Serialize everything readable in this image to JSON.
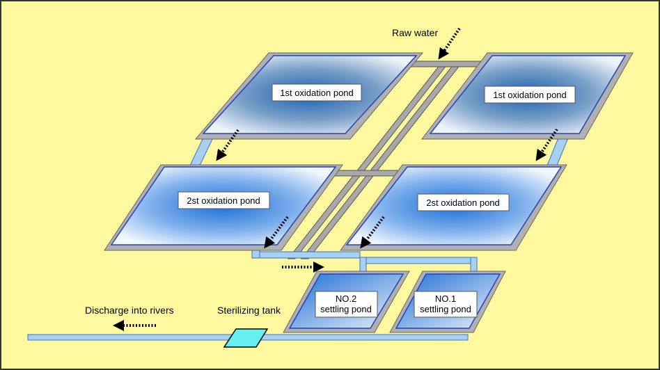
{
  "title": "",
  "colors": {
    "background": "#fef99e",
    "pipe_fill": "#a8d0f0",
    "pipe_stroke": "#3a6fd0",
    "gray_pipe": "#a0a0a0",
    "tank": "#66f0f0"
  },
  "labels": {
    "raw_water": "Raw water",
    "discharge": "Discharge into rivers",
    "sterilizing_tank": "Sterilizing tank"
  },
  "ponds": {
    "first_left": "1st oxidation pond",
    "first_right": "1st oxidation pond",
    "second_left": "2st oxidation pond",
    "second_right": "2st oxidation pond"
  },
  "settling": {
    "no2_line1": "NO.2",
    "no2_line2": "settling pond",
    "no1_line1": "NO.1",
    "no1_line2": "settling pond"
  }
}
